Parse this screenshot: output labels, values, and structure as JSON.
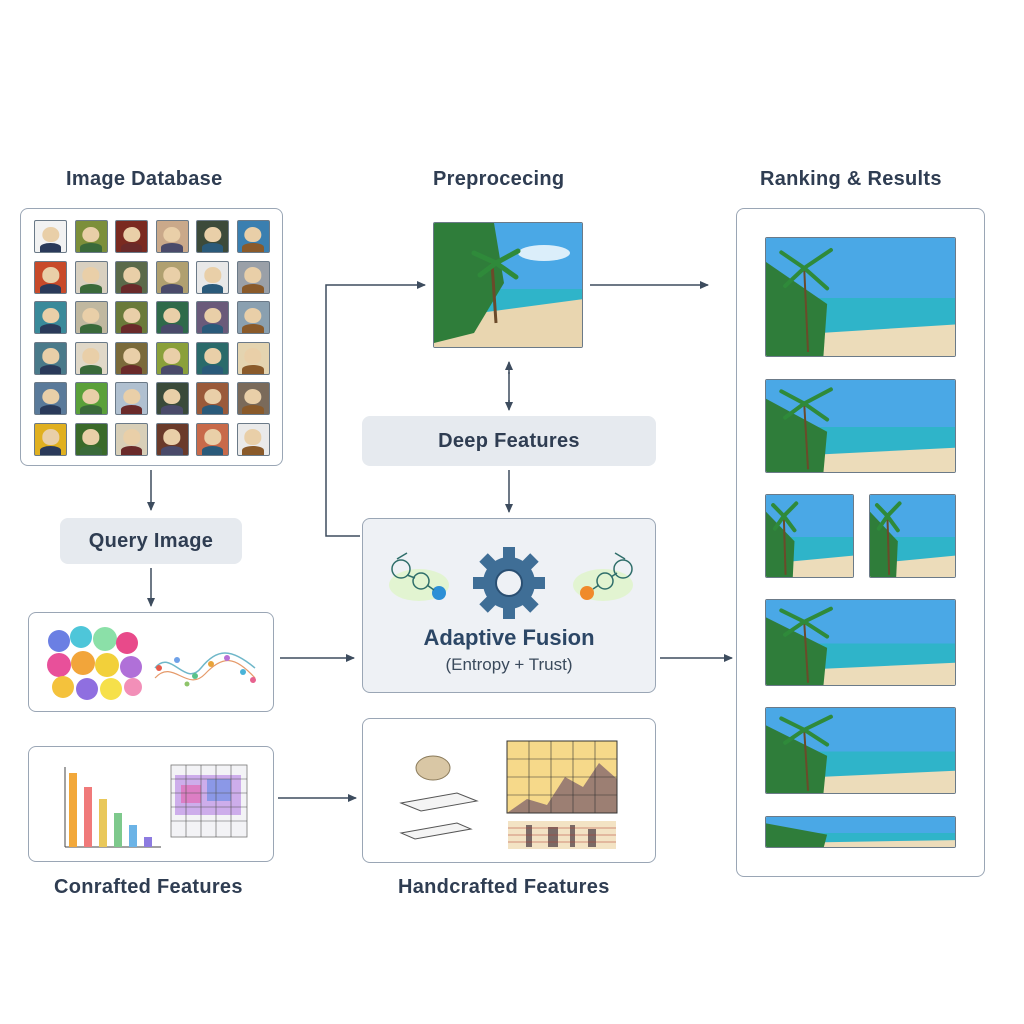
{
  "titles": {
    "image_database": "Image Database",
    "preprocessing": "Preprocecing",
    "ranking_results": "Ranking & Results",
    "crafted_features_left": "Conrafted Features",
    "handcrafted_features": "Handcrafted Features"
  },
  "labels": {
    "query_image": "Query Image",
    "deep_features": "Deep Features"
  },
  "fusion": {
    "title": "Adaptive Fusion",
    "subtitle": "(Entropy + Trust)"
  },
  "colors": {
    "arrow": "#3d4c5e",
    "border": "#9aa6b5",
    "pill": "#e6eaef",
    "fusion_bg": "#eef1f5",
    "sea": "#2fb4c9",
    "sky": "#4aa8e6"
  },
  "icons": {
    "gear": "gear-icon",
    "left_molecule": "molecule-icon",
    "right_molecule": "molecule-icon"
  }
}
